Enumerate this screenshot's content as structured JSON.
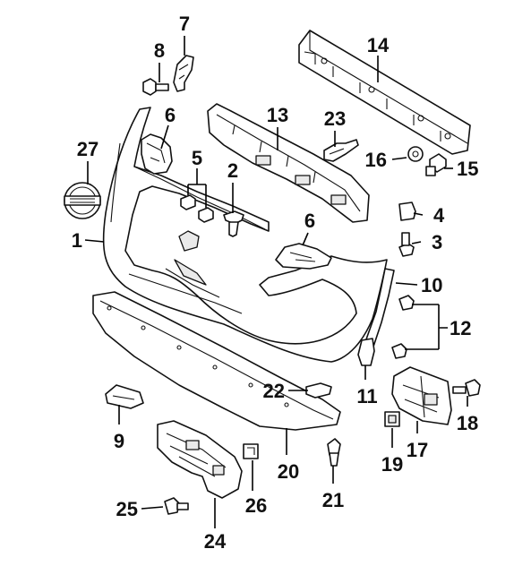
{
  "diagram": {
    "callouts": [
      {
        "id": "c1",
        "label": "1"
      },
      {
        "id": "c2",
        "label": "2"
      },
      {
        "id": "c3",
        "label": "3"
      },
      {
        "id": "c4",
        "label": "4"
      },
      {
        "id": "c5",
        "label": "5"
      },
      {
        "id": "c6a",
        "label": "6"
      },
      {
        "id": "c6b",
        "label": "6"
      },
      {
        "id": "c7",
        "label": "7"
      },
      {
        "id": "c8",
        "label": "8"
      },
      {
        "id": "c9",
        "label": "9"
      },
      {
        "id": "c10",
        "label": "10"
      },
      {
        "id": "c11",
        "label": "11"
      },
      {
        "id": "c12",
        "label": "12"
      },
      {
        "id": "c13",
        "label": "13"
      },
      {
        "id": "c14",
        "label": "14"
      },
      {
        "id": "c15",
        "label": "15"
      },
      {
        "id": "c16",
        "label": "16"
      },
      {
        "id": "c17",
        "label": "17"
      },
      {
        "id": "c18",
        "label": "18"
      },
      {
        "id": "c19",
        "label": "19"
      },
      {
        "id": "c20",
        "label": "20"
      },
      {
        "id": "c21",
        "label": "21"
      },
      {
        "id": "c22",
        "label": "22"
      },
      {
        "id": "c23",
        "label": "23"
      },
      {
        "id": "c24",
        "label": "24"
      },
      {
        "id": "c25",
        "label": "25"
      },
      {
        "id": "c26",
        "label": "26"
      },
      {
        "id": "c27",
        "label": "27"
      }
    ],
    "colors": {
      "line": "#111111",
      "background": "#ffffff",
      "shade": "#e9e9e9"
    }
  }
}
